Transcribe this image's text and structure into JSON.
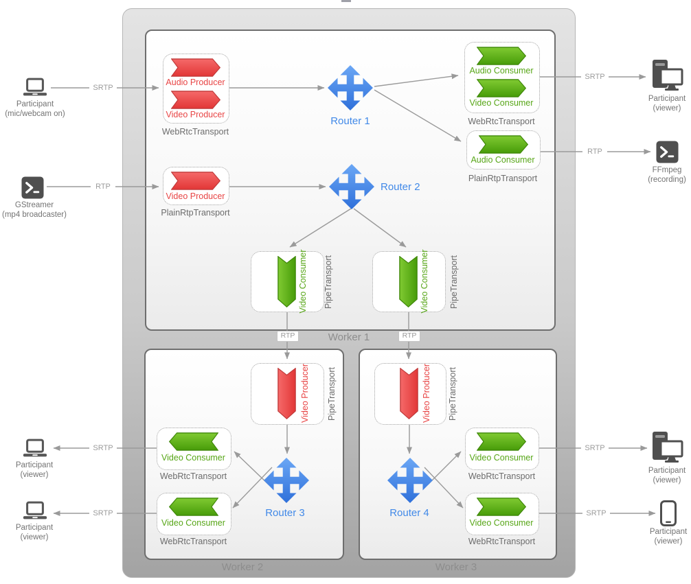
{
  "colors": {
    "producer_red": "#e84444",
    "consumer_green": "#57a617",
    "router_blue": "#4189e8",
    "connector_gray": "#9a9a9a"
  },
  "externals": {
    "publisher": {
      "name": "Participant",
      "detail": "(mic/webcam on)",
      "link": "SRTP"
    },
    "broadcaster": {
      "name": "GStreamer",
      "detail": "(mp4 broadcaster)",
      "link": "RTP"
    },
    "viewer_desktop_top": {
      "name": "Participant",
      "detail": "(viewer)",
      "link": "SRTP"
    },
    "recorder": {
      "name": "FFmpeg",
      "detail": "(recording)",
      "link": "RTP"
    },
    "viewer_laptop_1": {
      "name": "Participant",
      "detail": "(viewer)",
      "link": "SRTP"
    },
    "viewer_laptop_2": {
      "name": "Participant",
      "detail": "(viewer)",
      "link": "SRTP"
    },
    "viewer_desktop_bottom": {
      "name": "Participant",
      "detail": "(viewer)",
      "link": "SRTP"
    },
    "viewer_phone": {
      "name": "Participant",
      "detail": "(viewer)",
      "link": "SRTP"
    }
  },
  "workers": {
    "worker1": {
      "label": "Worker 1",
      "router1": "Router 1",
      "router2": "Router 2",
      "webrtc_producers": {
        "transport": "WebRtcTransport",
        "items": [
          "Audio Producer",
          "Video Producer"
        ]
      },
      "plainrtp_producer": {
        "transport": "PlainRtpTransport",
        "items": [
          "Video Producer"
        ]
      },
      "webrtc_consumers": {
        "transport": "WebRtcTransport",
        "items": [
          "Audio Consumer",
          "Video Consumer"
        ]
      },
      "plainrtp_consumer": {
        "transport": "PlainRtpTransport",
        "items": [
          "Audio Consumer"
        ]
      },
      "pipe_consumer_left": {
        "transport": "PipeTransport",
        "items": [
          "Video Consumer"
        ]
      },
      "pipe_consumer_right": {
        "transport": "PipeTransport",
        "items": [
          "Video Consumer"
        ]
      }
    },
    "worker2": {
      "label": "Worker 2",
      "router": "Router 3",
      "pipe_producer": {
        "transport": "PipeTransport",
        "items": [
          "Video Producer"
        ]
      },
      "webrtc_consumer_a": {
        "transport": "WebRtcTransport",
        "items": [
          "Video Consumer"
        ]
      },
      "webrtc_consumer_b": {
        "transport": "WebRtcTransport",
        "items": [
          "Video Consumer"
        ]
      }
    },
    "worker3": {
      "label": "Worker 3",
      "router": "Router 4",
      "pipe_producer": {
        "transport": "PipeTransport",
        "items": [
          "Video Producer"
        ]
      },
      "webrtc_consumer_a": {
        "transport": "WebRtcTransport",
        "items": [
          "Video Consumer"
        ]
      },
      "webrtc_consumer_b": {
        "transport": "WebRtcTransport",
        "items": [
          "Video Consumer"
        ]
      }
    }
  },
  "links": {
    "pipe_rtp_left": "RTP",
    "pipe_rtp_right": "RTP"
  }
}
